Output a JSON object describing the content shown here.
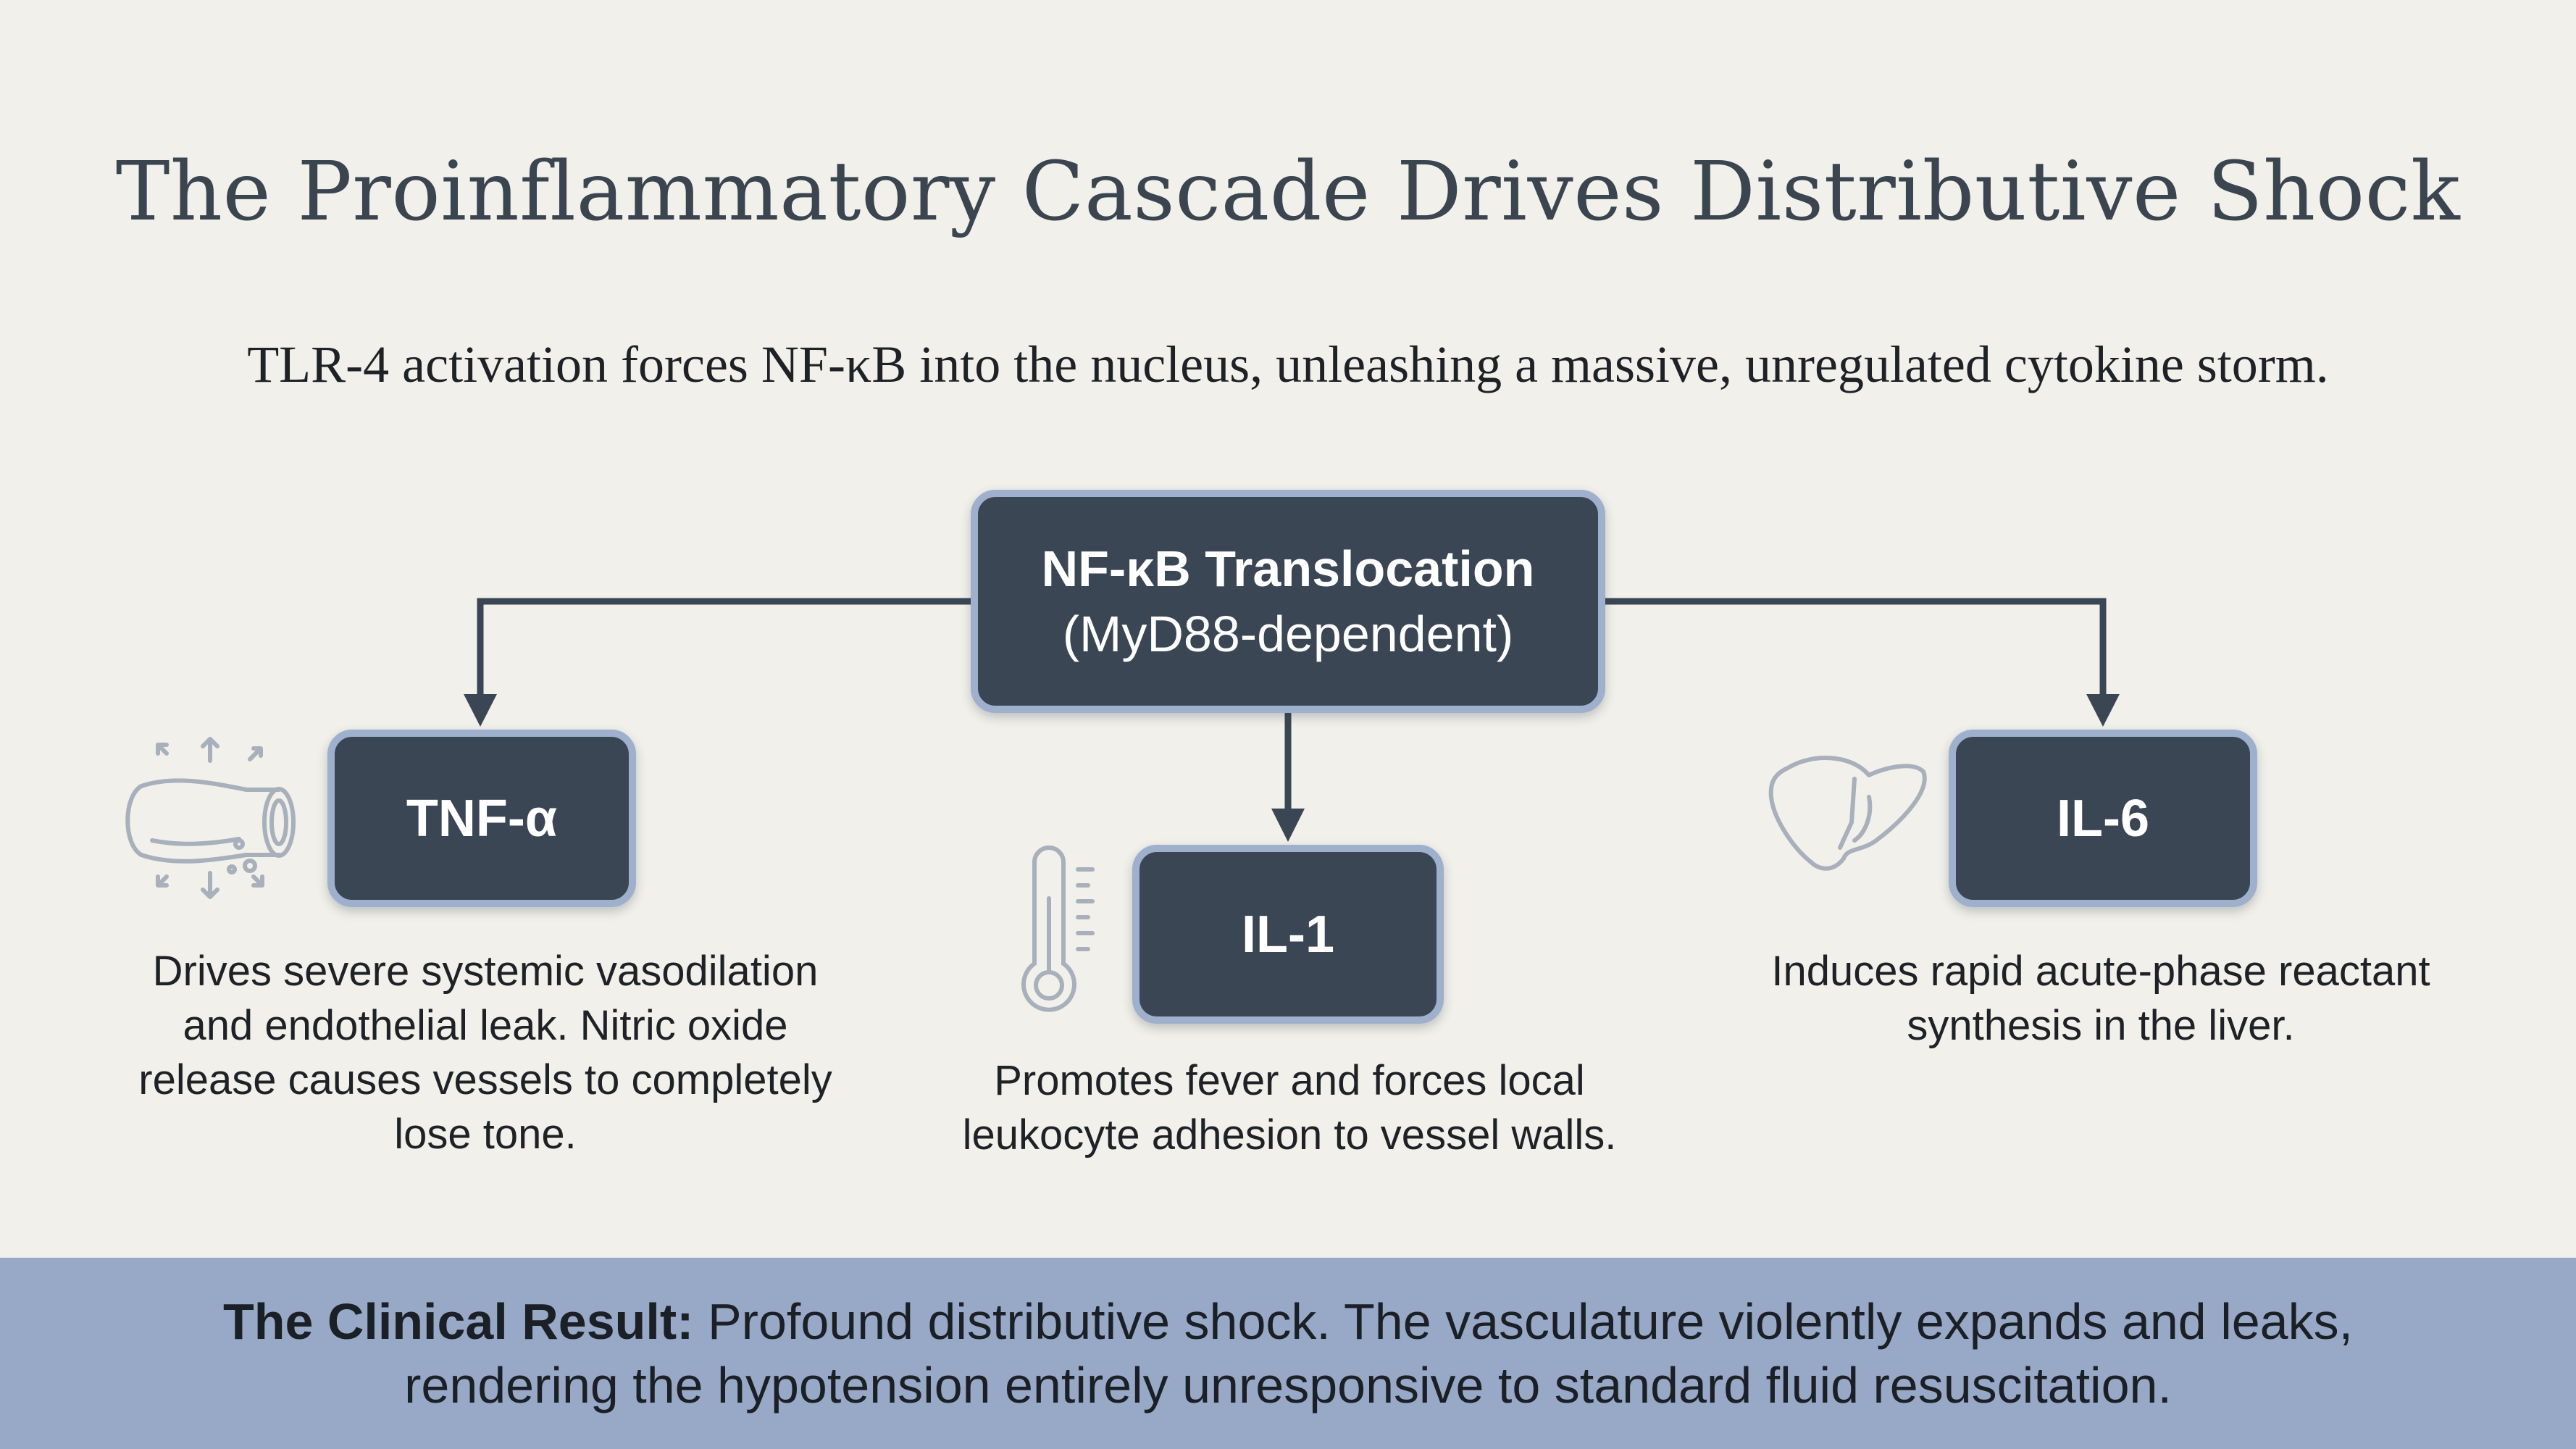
{
  "title": "The Proinflammatory Cascade Drives Distributive Shock",
  "subtitle": "TLR-4 activation forces NF-κB into the nucleus, unleashing a massive, unregulated cytokine storm.",
  "central_node": {
    "line1": "NF-κB Translocation",
    "line2": "(MyD88-dependent)"
  },
  "cytokines": {
    "tnf": {
      "label": "TNF-α",
      "icon": "blood-vessel-dilation-icon",
      "description": "Drives severe systemic vasodilation and endothelial leak. Nitric oxide release causes vessels to completely lose tone."
    },
    "il1": {
      "label": "IL-1",
      "icon": "thermometer-icon",
      "description": "Promotes fever and forces local leukocyte adhesion to vessel walls."
    },
    "il6": {
      "label": "IL-6",
      "icon": "liver-icon",
      "description": "Induces rapid acute-phase reactant synthesis in the liver."
    }
  },
  "footer": {
    "lead": "The Clinical Result:",
    "text": " Profound distributive shock. The vasculature violently expands and leaks, rendering the hypotension entirely unresponsive to standard fluid resuscitation."
  },
  "colors": {
    "background": "#f1f0ea",
    "node_fill": "#3b4655",
    "node_border": "#9eb0cc",
    "connector": "#3b4655",
    "footer_band": "#97a9c6"
  }
}
